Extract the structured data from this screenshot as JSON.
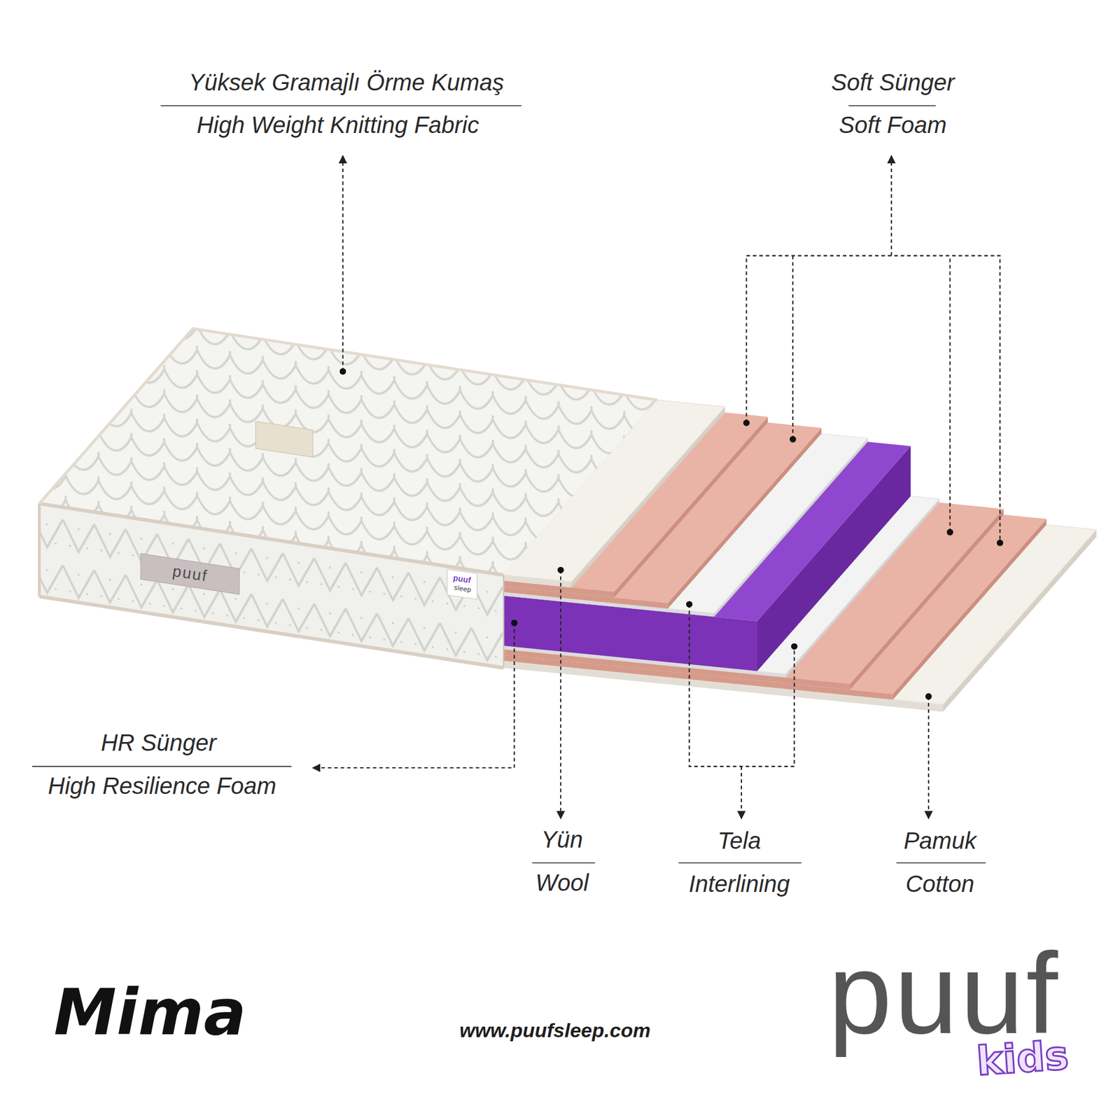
{
  "diagram": {
    "labels": [
      "Yüksek Gramajlı Örme Kumaş",
      "High Weight Knitting Fabric",
      "Soft Sünger",
      "Soft Foam",
      "puuf",
      "puuf",
      "sleep",
      "HR Sünger",
      "High Resilience Foam",
      "Yün",
      "Wool",
      "Tela",
      "Interlining",
      "Pamuk",
      "Cotton",
      "Mima",
      "www.puufsleep.com",
      "puuf",
      "kids"
    ]
  }
}
